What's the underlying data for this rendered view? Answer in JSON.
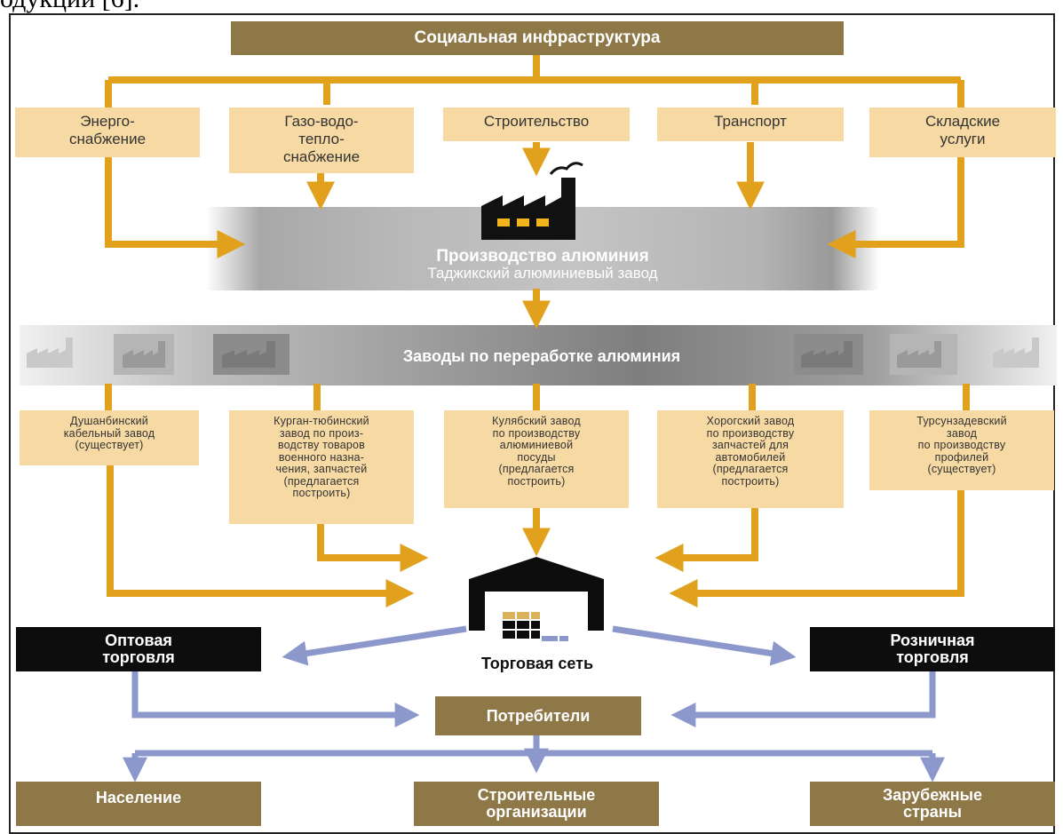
{
  "header_fragment": "одукции [6].",
  "social_infrastructure": "Социальная инфраструктура",
  "infrastructure_items": [
    "Энерго-\nснабжение",
    "Газо-водо-\nтепло-\nснабжение",
    "Строительство",
    "Транспорт",
    "Складские\nуслуги"
  ],
  "production": {
    "title": "Производство алюминия",
    "subtitle": "Таджикский алюминиевый завод"
  },
  "processing_plants_title": "Заводы по переработке алюминия",
  "plants": [
    "Душанбинский\nкабельный завод\n(существует)",
    "Курган-тюбинский\nзавод по произ-\nводству товаров\nвоенного назна-\nчения, запчастей\n(предлагается\nпостроить)",
    "Кулябский завод\nпо производству\nалюминиевой\nпосуды\n(предлагается\nпостроить)",
    "Хорогский завод\nпо производству\nзапчастей для\nавтомобилей\n(предлагается\nпостроить)",
    "Турсунзадевский\nзавод\nпо производству\nпрофилей\n(существует)"
  ],
  "wholesale": "Оптовая\nторговля",
  "retail": "Розничная\nторговля",
  "trade_network": "Торговая сеть",
  "consumers": "Потребители",
  "consumer_groups": [
    "Население",
    "Строительные\nорганизации",
    "Зарубежные\nстраны"
  ],
  "colors": {
    "arrow_orange": "#e2a11c",
    "arrow_blue": "#8c98cc",
    "box_brown": "#8f7848",
    "box_peach": "#f7d9a4",
    "box_black": "#0d0d0d"
  }
}
